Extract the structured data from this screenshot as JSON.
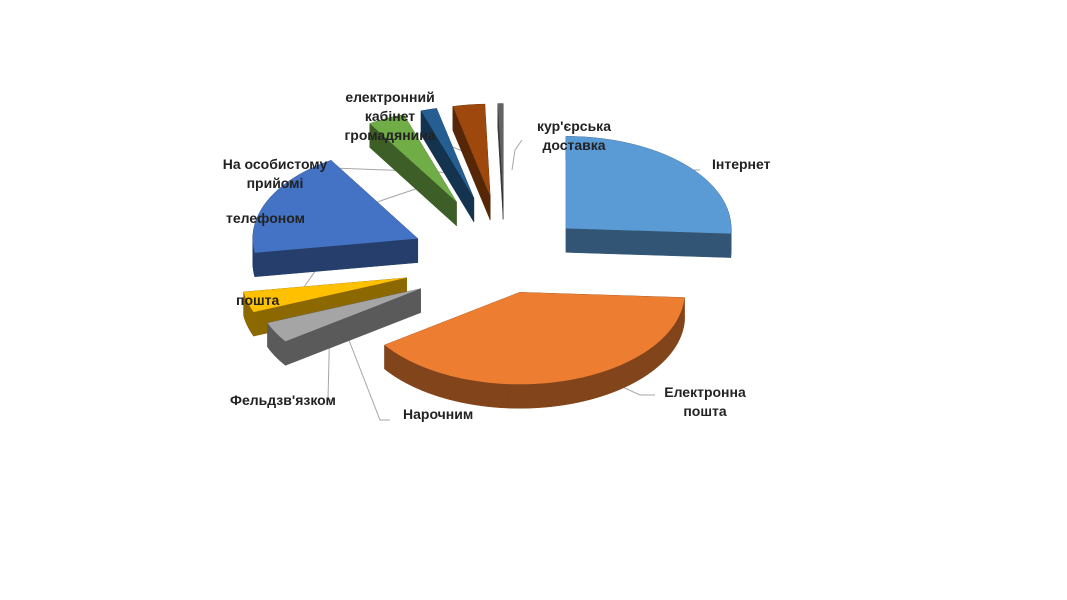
{
  "chart_data": {
    "type": "pie",
    "title": "",
    "style": "3d-exploded",
    "slices": [
      {
        "label": "Інтернет",
        "value": 25,
        "color": "#5b9bd5"
      },
      {
        "label": "Електронна пошта",
        "value": 38,
        "color": "#ed7d31"
      },
      {
        "label": "Нарочним",
        "value": 3.5,
        "color": "#a5a5a5"
      },
      {
        "label": "Фельдзв'язком",
        "value": 3.5,
        "color": "#ffc000"
      },
      {
        "label": "пошта",
        "value": 18,
        "color": "#4472c4"
      },
      {
        "label": "телефоном",
        "value": 3.5,
        "color": "#70ad47"
      },
      {
        "label": "На особистому прийомі",
        "value": 1.5,
        "color": "#255e91"
      },
      {
        "label": "електронний кабінет громадянина",
        "value": 3,
        "color": "#9e480e"
      },
      {
        "label": "кур'єрська доставка",
        "value": 0.5,
        "color": "#636363"
      }
    ]
  }
}
